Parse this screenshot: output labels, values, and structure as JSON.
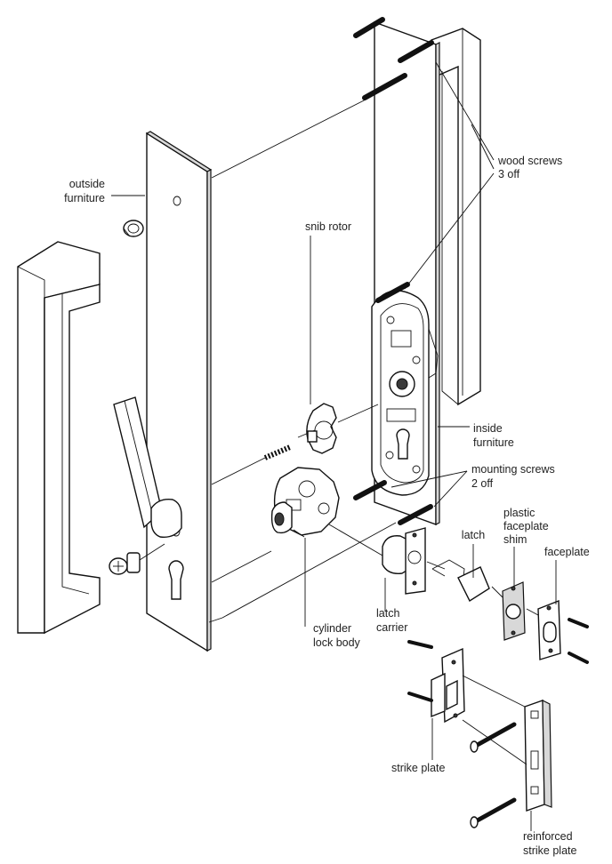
{
  "labels": {
    "outside_furniture": [
      "outside",
      "furniture"
    ],
    "snib_rotor": "snib rotor",
    "wood_screws": [
      "wood screws",
      "3 off"
    ],
    "inside_furniture": [
      "inside",
      "furniture"
    ],
    "mounting_screws": [
      "mounting screws",
      "2 off"
    ],
    "cylinder_lock_body": [
      "cylinder",
      "lock body"
    ],
    "latch_carrier": [
      "latch",
      "carrier"
    ],
    "latch": "latch",
    "plastic_faceplate_shim": [
      "plastic",
      "faceplate",
      "shim"
    ],
    "faceplate": "faceplate",
    "strike_plate": "strike plate",
    "reinforced_strike_plate": [
      "reinforced",
      "strike plate"
    ]
  }
}
